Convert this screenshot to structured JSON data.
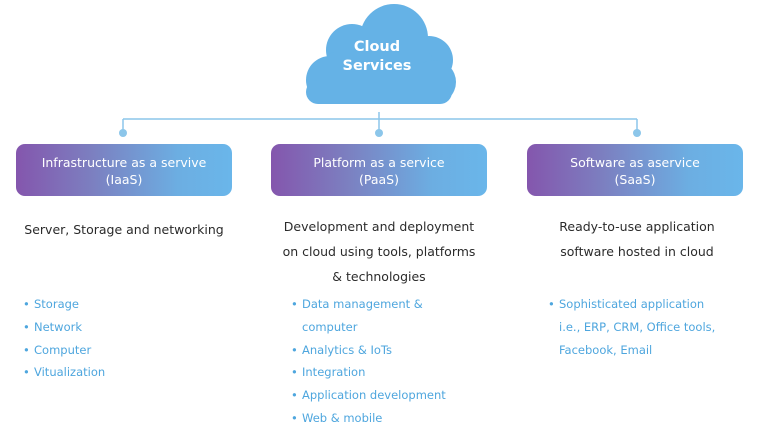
{
  "colors": {
    "cloud": "#65b2e6",
    "connector": "#8cc6ea",
    "box_gradient_start": "#8456ad",
    "box_gradient_end": "#6ab6ea",
    "bullet_text": "#4ea6de",
    "body_text": "#2b2b2b"
  },
  "cloud": {
    "icon": "cloud-icon",
    "title_line1": "Cloud",
    "title_line2": "Services"
  },
  "columns": [
    {
      "title_line1": "Infrastructure as a servive",
      "title_line2": "(IaaS)",
      "description_lines": [
        "Server, Storage and networking"
      ],
      "bullets": [
        "Storage",
        "Network",
        "Computer",
        "Vitualization"
      ]
    },
    {
      "title_line1": "Platform as a service",
      "title_line2": "(PaaS)",
      "description_lines": [
        "Development and deployment",
        "on cloud using tools, platforms",
        "& technologies"
      ],
      "bullets": [
        "Data management &",
        "computer",
        "Analytics & IoTs",
        "Integration",
        "Application development",
        "Web & mobile"
      ]
    },
    {
      "title_line1": "Software as aservice",
      "title_line2": "(SaaS)",
      "description_lines": [
        "Ready-to-use application",
        "software hosted in cloud"
      ],
      "bullets": [
        "Sophisticated application",
        "i.e., ERP, CRM, Office tools,",
        "Facebook, Email"
      ]
    }
  ]
}
